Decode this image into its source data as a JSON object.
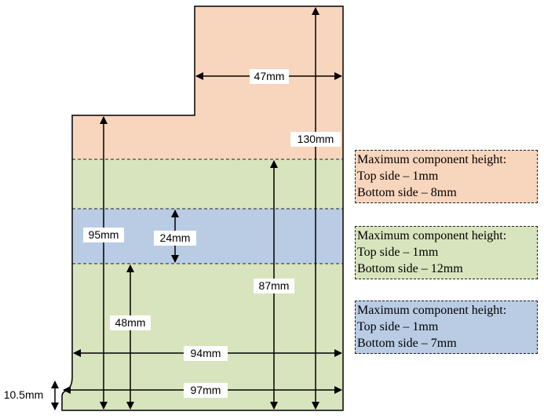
{
  "colors": {
    "top_zone": "#f8d5bd",
    "middle_zone": "#d8e4bd",
    "band_zone": "#bacce4"
  },
  "dimensions": {
    "top_width": "47mm",
    "total_height": "130mm",
    "left_height": "95mm",
    "band_height": "24mm",
    "zone_height": "87mm",
    "band_offset": "48mm",
    "inner_width": "94mm",
    "total_width": "97mm",
    "notch_height": "10.5mm"
  },
  "legends": [
    {
      "title": "Maximum component height:",
      "top": "Top side – 1mm",
      "bottom": "Bottom side – 8mm",
      "color": "#f8d5bd"
    },
    {
      "title": "Maximum component height:",
      "top": "Top side – 1mm",
      "bottom": "Bottom side – 12mm",
      "color": "#d8e4bd"
    },
    {
      "title": "Maximum component height:",
      "top": "Top side – 1mm",
      "bottom": "Bottom side – 7mm",
      "color": "#bacce4"
    }
  ]
}
